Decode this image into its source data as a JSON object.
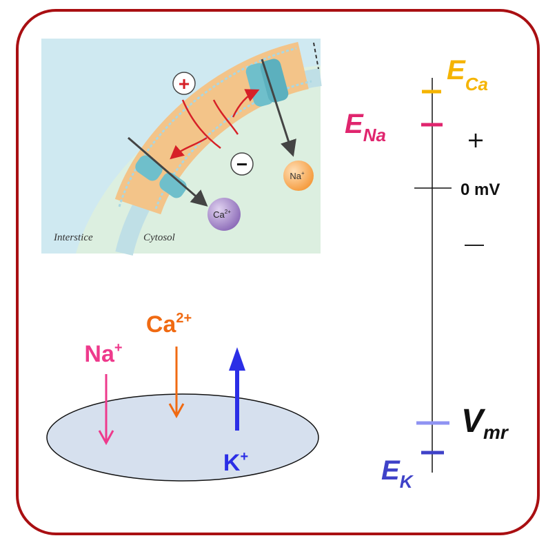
{
  "inset": {
    "plus_sign": "+",
    "minus_sign": "−",
    "na_ion": "Na",
    "na_charge": "+",
    "ca_ion": "Ca",
    "ca_charge": "2+",
    "interstice_label": "Interstice",
    "cytosol_label": "Cytosol"
  },
  "ions": {
    "na": {
      "symbol": "Na",
      "charge": "+",
      "color": "#ee3a8c"
    },
    "ca": {
      "symbol": "Ca",
      "charge": "2+",
      "color": "#f06a12"
    },
    "k": {
      "symbol": "K",
      "charge": "+",
      "color": "#2b2ee6"
    }
  },
  "scale": {
    "e_ca": {
      "letter": "E",
      "sub": "Ca",
      "color": "#f5b400"
    },
    "e_na": {
      "letter": "E",
      "sub": "Na",
      "color": "#e0256e"
    },
    "plus": "+",
    "zero": "0 mV",
    "minus": "—",
    "v_mr": {
      "letter": "V",
      "sub": "mr",
      "color": "#8f93f2"
    },
    "e_k": {
      "letter": "E",
      "sub": "K",
      "color": "#3f42c8"
    }
  },
  "colors": {
    "frame": "#a90f12",
    "cell_fill": "#d6e0ee",
    "membrane": "#f3c489",
    "channel": "#6fbfcb"
  }
}
